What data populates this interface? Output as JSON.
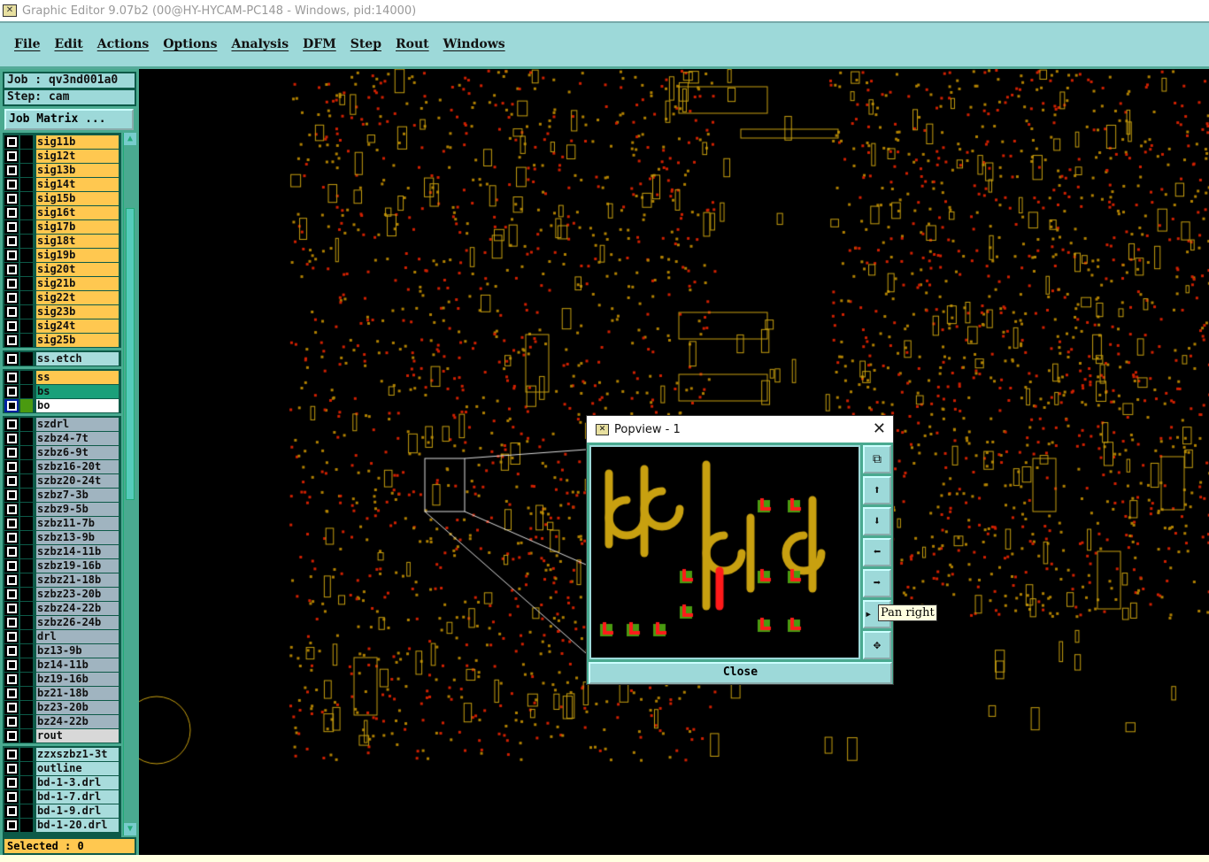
{
  "window": {
    "title": "Graphic Editor 9.07b2 (00@HY-HYCAM-PC148 - Windows, pid:14000)"
  },
  "menu": [
    "File",
    "Edit",
    "Actions",
    "Options",
    "Analysis",
    "DFM",
    "Step",
    "Rout",
    "Windows"
  ],
  "job": {
    "job_label": "Job : qv3nd001a0",
    "step_label": "Step: cam",
    "job_matrix": "Job Matrix ..."
  },
  "layer_groups": [
    {
      "color": "#ffc850",
      "layers": [
        "sig11b",
        "sig12t",
        "sig13b",
        "sig14t",
        "sig15b",
        "sig16t",
        "sig17b",
        "sig18t",
        "sig19b",
        "sig20t",
        "sig21b",
        "sig22t",
        "sig23b",
        "sig24t",
        "sig25b"
      ]
    },
    {
      "color": "#a8dcdc",
      "layers": [
        "ss.etch"
      ]
    },
    {
      "color": "#ffc850",
      "layers": [
        "ss",
        "bs",
        "bo"
      ]
    },
    {
      "color": "#a0b4c0",
      "layers": [
        "szdrl",
        "szbz4-7t",
        "szbz6-9t",
        "szbz16-20t",
        "szbz20-24t",
        "szbz7-3b",
        "szbz9-5b",
        "szbz11-7b",
        "szbz13-9b",
        "szbz14-11b",
        "szbz19-16b",
        "szbz21-18b",
        "szbz23-20b",
        "szbz24-22b",
        "szbz26-24b",
        "drl",
        "bz13-9b",
        "bz14-11b",
        "bz19-16b",
        "bz21-18b",
        "bz23-20b",
        "bz24-22b",
        "rout"
      ]
    },
    {
      "color": "#a8dcdc",
      "layers": [
        "zzxszbz1-3t",
        "outline",
        "bd-1-3.drl",
        "bd-1-7.drl",
        "bd-1-9.drl",
        "bd-1-20.drl"
      ]
    }
  ],
  "special_colors": {
    "bs": "#1aa07a",
    "bo": "#ffffff",
    "rout": "#d8d8d8",
    "bo_swatch": "#4a9a10"
  },
  "active_layer": "bo",
  "selected": "Selected : 0",
  "popup": {
    "title": "Popview - 1",
    "close_label": "Close",
    "tooltip": "Pan right",
    "buttons": [
      "zoom-back",
      "pan-up",
      "pan-down",
      "pan-left",
      "pan-right",
      "pan-all"
    ]
  },
  "colors": {
    "silk": "#c8a010",
    "pad_red": "#ff1a1a",
    "pad_green": "#4a9a10",
    "panel": "#9dd9d9"
  }
}
